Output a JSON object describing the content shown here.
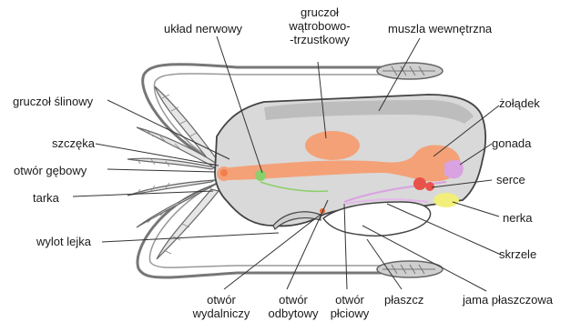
{
  "labels": {
    "gruczol_slinowy": "gruczoł ślinowy",
    "szczeka": "szczęka",
    "otwor_gebowy": "otwór gębowy",
    "tarka": "tarka",
    "wylot_lejka": "wylot lejka",
    "uklad_nerwowy": "układ nerwowy",
    "gruczol_watrobowo": [
      "gruczoł",
      "wątrobowo-",
      "-trzustkowy"
    ],
    "muszla_wewnetrzna": "muszla wewnętrzna",
    "zoladek": "żołądek",
    "gonada": "gonada",
    "serce": "serce",
    "nerka": "nerka",
    "skrzele": "skrzele",
    "jama_plaszczowa": "jama płaszczowa",
    "plaszcz": "płaszcz",
    "otwor_wydalniczy": [
      "otwór",
      "wydalniczy"
    ],
    "otwor_odbytowy": [
      "otwór",
      "odbytowy"
    ],
    "otwor_plciowy": [
      "otwór",
      "płciowy"
    ]
  },
  "colors": {
    "body": "#d9d9d9",
    "shell": "#bdbdbd",
    "digestive": "#f4a178",
    "nerve": "#8ccf6a",
    "gonad": "#d9a2e0",
    "heart": "#e8524b",
    "kidney": "#f1ef7a"
  }
}
